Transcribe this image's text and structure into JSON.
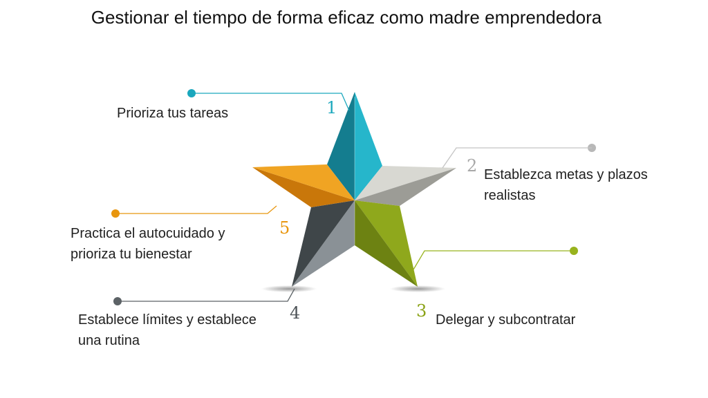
{
  "title": "Gestionar el tiempo de forma eficaz como madre emprendedora",
  "colors": {
    "item1": "#1aa7bd",
    "item2": "#b3b3b3",
    "item3": "#98b31d",
    "item4": "#5c6266",
    "item5": "#e8960e"
  },
  "items": [
    {
      "number": "1",
      "label": "Prioriza tus tareas"
    },
    {
      "number": "2",
      "label_line1": "Establezca metas y plazos",
      "label_line2": "realistas"
    },
    {
      "number": "3",
      "label": "Delegar y subcontratar"
    },
    {
      "number": "4",
      "label_line1": "Establece límites y establece",
      "label_line2": "una rutina"
    },
    {
      "number": "5",
      "label_line1": "Practica el autocuidado y",
      "label_line2": "prioriza tu bienestar"
    }
  ]
}
